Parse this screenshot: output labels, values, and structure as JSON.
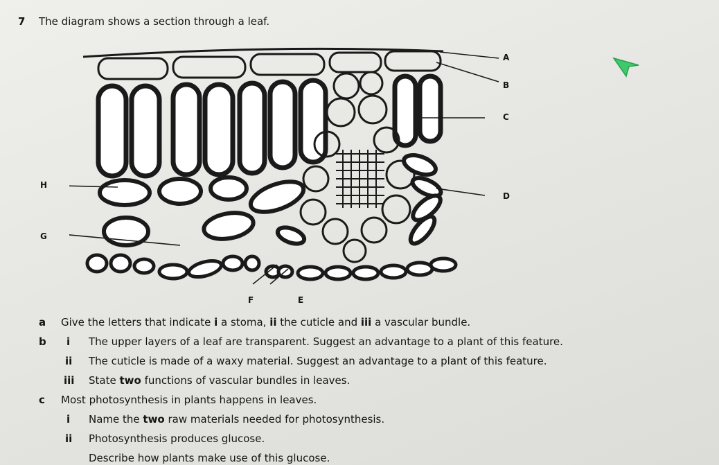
{
  "question": {
    "number": "7",
    "stem": "The diagram shows a section through a leaf."
  },
  "diagram": {
    "labels": [
      "A",
      "B",
      "C",
      "D",
      "E",
      "F",
      "G",
      "H"
    ]
  },
  "parts": {
    "a": {
      "letter": "a",
      "text_lead": "Give the letters that indicate ",
      "r1": "i",
      "t1": " a stoma, ",
      "r2": "ii",
      "t2": " the cuticle and ",
      "r3": "iii",
      "t3": " a vascular bundle."
    },
    "b": {
      "letter": "b",
      "items": [
        {
          "num": "i",
          "text": "The upper layers of a leaf are transparent. Suggest an advantage to a plant of this feature."
        },
        {
          "num": "ii",
          "text": "The cuticle is made of a waxy material. Suggest an advantage to a plant of this feature."
        },
        {
          "num": "iii",
          "pre": "State ",
          "bold": "two",
          "post": " functions of vascular bundles in leaves."
        }
      ]
    },
    "c": {
      "letter": "c",
      "text": "Most photosynthesis in plants happens in leaves.",
      "items": [
        {
          "num": "i",
          "pre": "Name the ",
          "bold": "two",
          "post": " raw materials needed for photosynthesis."
        },
        {
          "num": "ii",
          "text": "Photosynthesis produces glucose."
        },
        {
          "text": "Describe how plants make use of this glucose."
        }
      ]
    }
  },
  "colors": {
    "cursor": "#3ec96a",
    "ink": "#141414"
  }
}
